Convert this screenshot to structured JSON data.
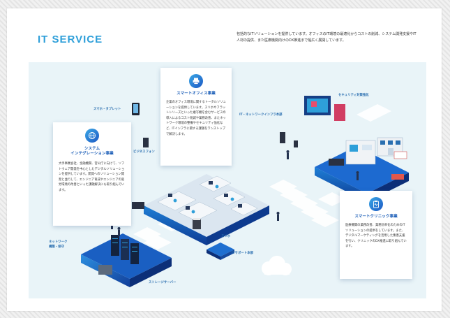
{
  "page": {
    "title": "IT SERVICE",
    "intro": "包括的なITソリューションを提供しています。オフィスのIT環境の最適化からコストの削減、システム開発支援やIT人材の提供、また医療機関向けのDX推進まで幅広く展開しています。"
  },
  "cards": {
    "office": {
      "title": "スマートオフィス事業",
      "body": "企業のオフィス環境に関するトータルソリューションを提供しています。スリホやフラットシリーズといった複写機を含むサービスの導入によるコスト削減や業務改善、またネットワーク環境の整備やセキュリティ強化など、ITインフラに関する課題をワンストップで解決します。"
    },
    "system": {
      "title_line1": "システム",
      "title_line2": "インテグレーション事業",
      "body": "大手事業会社、金融機関、官公庁に向けて、ソフトウェア開発を中心としたデジタルソリューションを提供しています。開発へのソリューション開発と並行して、エンジニア育成やエンジニアの就労環境の改善といった課題解決にも取り組んでいます。"
    },
    "clinic": {
      "title": "スマートクリニック事業",
      "body": "医療機関の業務改善、業務効率化のためのITソリューションの提供をしています。また、デジタルマーケティングを活用した集患支援を行い、クリニックのDX推進に取り組んでいます。"
    }
  },
  "labels": {
    "smartphone": "スマホ・タブレット",
    "business_phone": "ビジネスフォン",
    "it_network": "IT・ネットワークインフラ本部",
    "security": "セキュリティ対策強化",
    "network_build": "ネットワーク\n構築・保守",
    "utm": "スリホ",
    "it_support": "ITサポート本部",
    "storage": "ストレージサーバー"
  }
}
